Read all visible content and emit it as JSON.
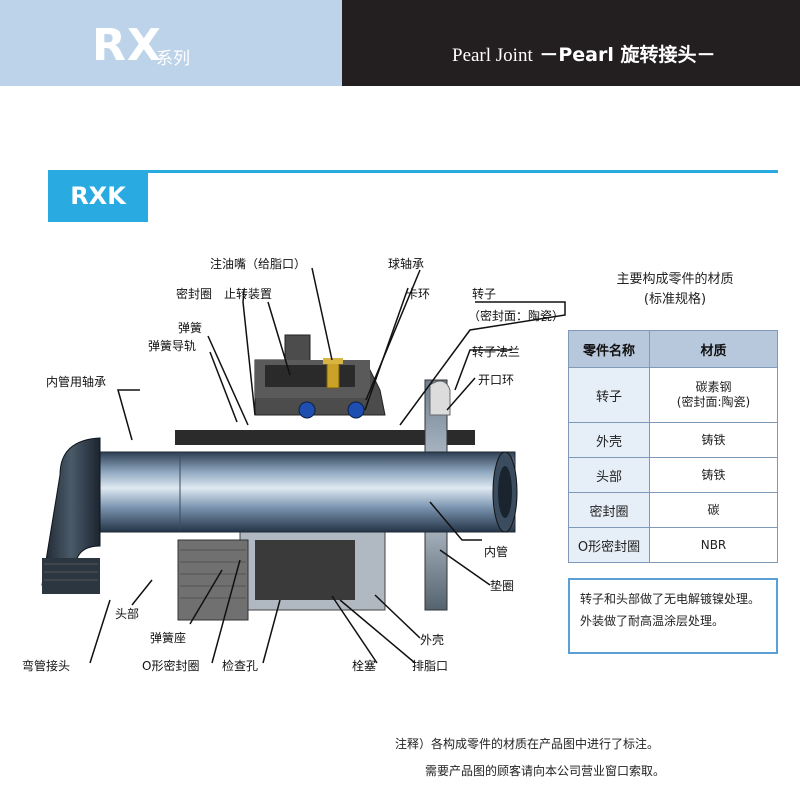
{
  "header": {
    "series_code": "RX",
    "series_suffix": "系列",
    "brand": "Pearl Joint",
    "subtitle": "－Pearl 旋转接头－",
    "colors": {
      "left_bg": "#bcd3ea",
      "right_bg": "#231f20",
      "accent": "#29abe2"
    }
  },
  "model": {
    "name": "RXK"
  },
  "diagram": {
    "labels": {
      "grease_nipple": "注油嘴（给脂口）",
      "ball_bearing": "球轴承",
      "seal_ring_top": "密封圈",
      "anti_rotation": "止转装置",
      "snap_ring": "卡环",
      "rotor": "转子",
      "rotor_note": "（密封面：陶瓷）",
      "spring": "弹簧",
      "spring_guide": "弹簧导轨",
      "rotor_flange": "转子法兰",
      "inner_tube_bearing": "内管用轴承",
      "open_ring": "开口环",
      "inner_tube": "内管",
      "gasket": "垫圈",
      "head": "头部",
      "spring_seat": "弹簧座",
      "o_ring": "O形密封圈",
      "elbow_joint": "弯管接头",
      "inspection_hole": "检查孔",
      "plug": "栓塞",
      "grease_outlet": "排脂口",
      "housing": "外壳"
    }
  },
  "materials": {
    "title": "主要构成零件的材质",
    "subtitle": "(标准规格)",
    "headers": [
      "零件名称",
      "材质"
    ],
    "rows": [
      {
        "part": "转子",
        "material": "碳素钢",
        "material_note": "(密封面:陶瓷)"
      },
      {
        "part": "外壳",
        "material": "铸铁"
      },
      {
        "part": "头部",
        "material": "铸铁"
      },
      {
        "part": "密封圈",
        "material": "碳"
      },
      {
        "part": "O形密封圈",
        "material": "NBR"
      }
    ]
  },
  "notes": {
    "box_line1": "转子和头部做了无电解镀镍处理。",
    "box_line2": "外装做了耐高温涂层处理。",
    "footnote1": "注释）各构成零件的材质在产品图中进行了标注。",
    "footnote2": "需要产品图的顾客请向本公司营业窗口索取。"
  }
}
